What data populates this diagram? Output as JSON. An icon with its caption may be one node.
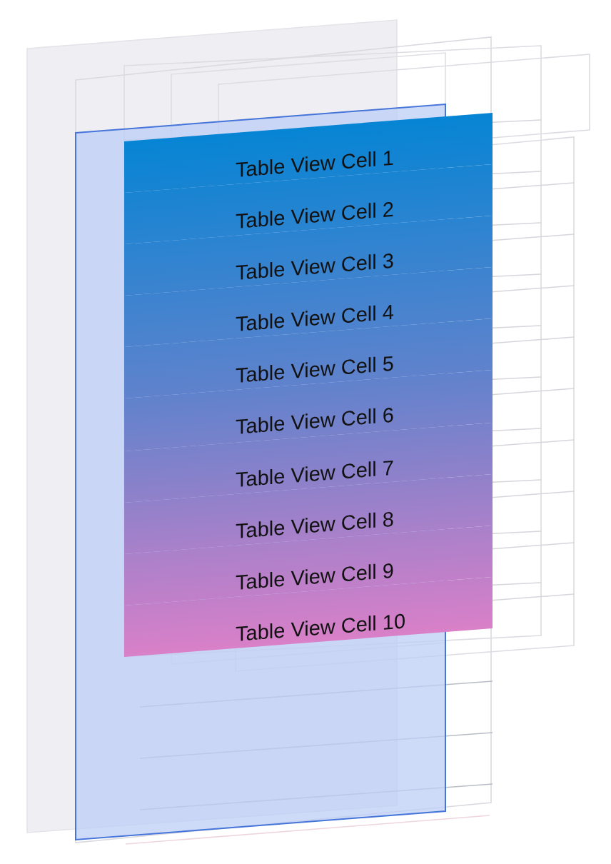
{
  "diagram": {
    "nodes": [
      {
        "text": [
          "Table View Cell 1"
        ]
      },
      {
        "text": [
          "Table View Cell 2"
        ]
      },
      {
        "text": [
          "Table View Cell 3"
        ]
      },
      {
        "text": [
          "Table View Cell 4"
        ]
      },
      {
        "text": [
          "Table View Cell 5"
        ]
      },
      {
        "text": [
          "Table View Cell 6"
        ]
      },
      {
        "text": [
          "Table View Cell 7"
        ]
      },
      {
        "text": [
          "Table View Cell 8"
        ]
      },
      {
        "text": [
          "Table View Cell 9"
        ]
      },
      {
        "text": [
          "Table View Cell 10"
        ]
      }
    ]
  }
}
